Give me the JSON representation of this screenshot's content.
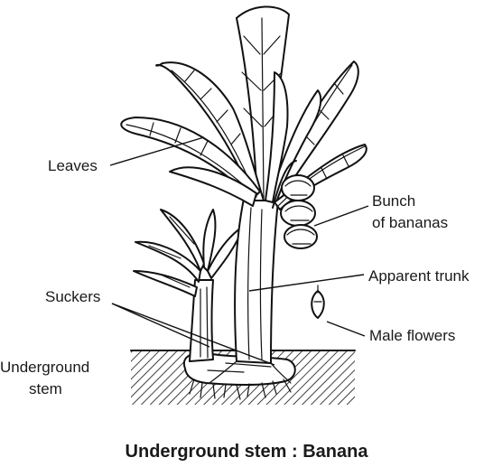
{
  "labels": {
    "leaves": "Leaves",
    "bunch_line1": "Bunch",
    "bunch_line2": "of bananas",
    "apparent_trunk": "Apparent trunk",
    "suckers": "Suckers",
    "male_flowers": "Male flowers",
    "underground_line1": "Underground",
    "underground_line2": "stem"
  },
  "caption": "Underground stem : Banana"
}
